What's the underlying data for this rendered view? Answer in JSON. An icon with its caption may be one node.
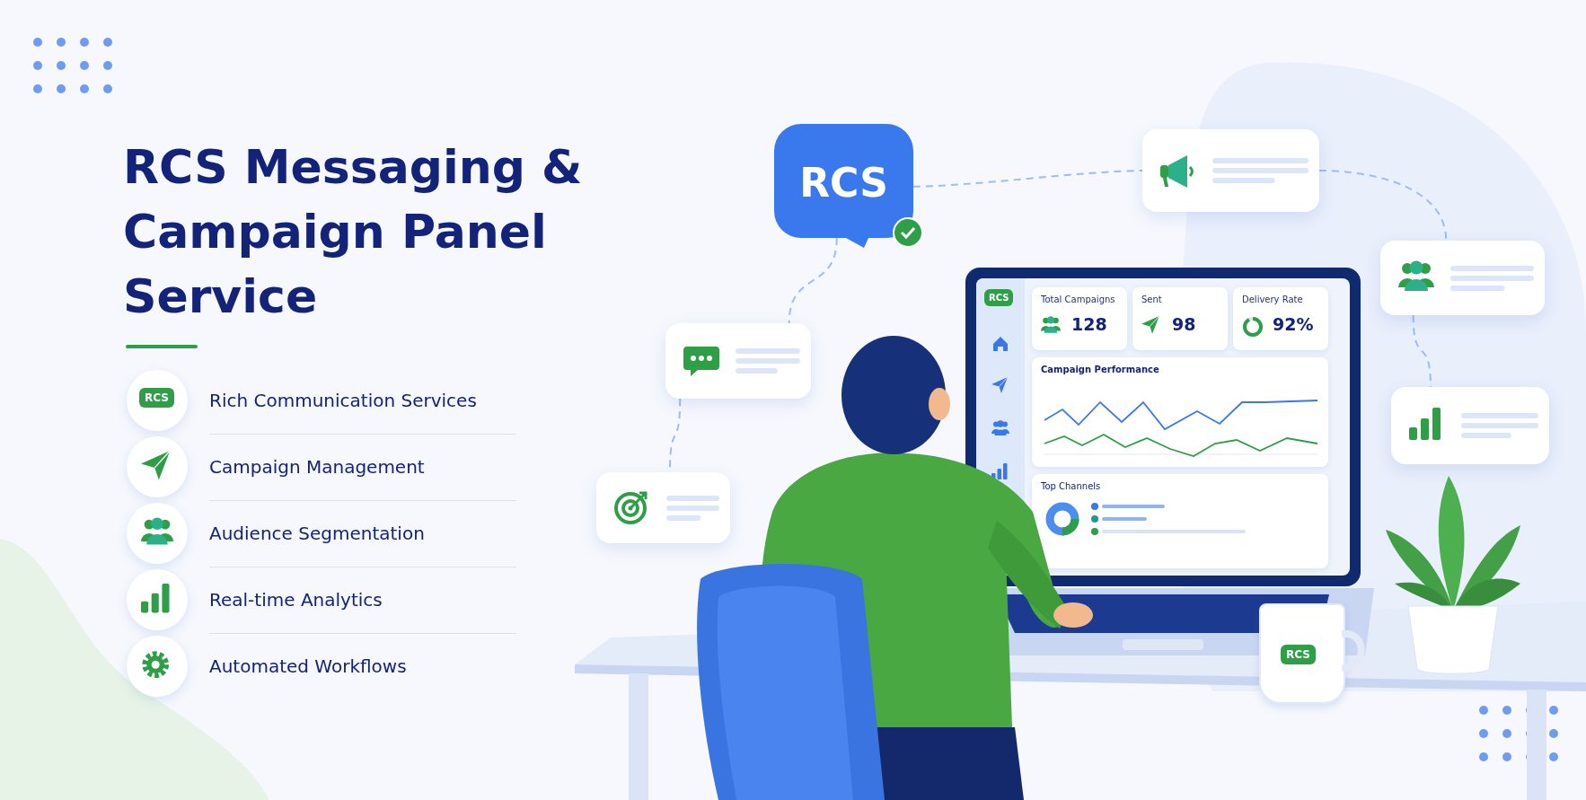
{
  "diagram": {
    "title": "RCS Messaging & Campaign Panel Service",
    "nodes": [
      {
        "text": [
          "RCS"
        ]
      },
      {
        "text": [],
        "shape": "box"
      },
      {
        "text": [],
        "shape": "box"
      },
      {
        "text": [],
        "shape": "box"
      },
      {
        "text": [],
        "shape": "box"
      },
      {
        "text": [],
        "shape": "box"
      }
    ],
    "edges": [
      {
        "from": 0,
        "to": 1,
        "arrow": "none",
        "style": "dashed"
      },
      {
        "from": 0,
        "to": 2,
        "arrow": "none",
        "style": "dashed"
      },
      {
        "from": 2,
        "to": 3,
        "arrow": "none",
        "style": "dashed"
      },
      {
        "from": 3,
        "to": 4,
        "arrow": "none",
        "style": "dashed"
      },
      {
        "from": 1,
        "to": 5,
        "arrow": "none",
        "style": "dashed"
      }
    ],
    "labels": [
      "RCS",
      "Rich Communication Services",
      "Campaign Management",
      "Audience Segmentation",
      "Real-time Analytics",
      "Automated Workflows",
      "RCS",
      "Total Campaigns",
      "128",
      "Sent",
      "98",
      "Delivery Rate",
      "92%",
      "Campaign Performance",
      "Top Channels",
      "RCS"
    ]
  }
}
